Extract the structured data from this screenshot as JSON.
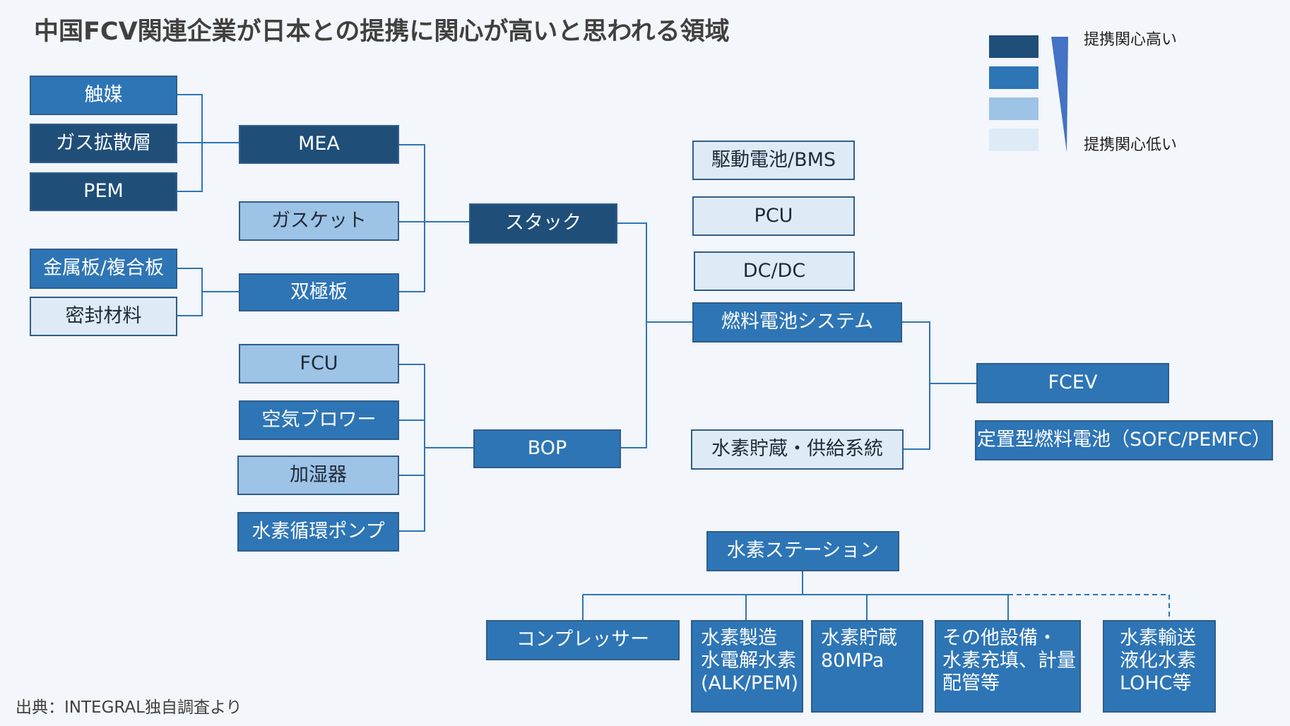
{
  "title": "中国FCV関連企業が日本との提携に関心が高いと思われる領域",
  "source": "出典：INTEGRAL独自調査より",
  "legend": {
    "high_label": "提携関心高い",
    "low_label": "提携関心低い",
    "levels": [
      "#1f4e79",
      "#2e75b6",
      "#9dc3e6",
      "#deebf7"
    ]
  },
  "nodes": {
    "catalyst": "触媒",
    "gas_diffusion": "ガス拡散層",
    "pem": "PEM",
    "mea": "MEA",
    "gasket": "ガスケット",
    "metal_plate": "金属板/複合板",
    "sealing": "密封材料",
    "bipolar": "双極板",
    "stack": "スタック",
    "fcu": "FCU",
    "blower": "空気ブロワー",
    "humidifier": "加湿器",
    "h2_pump": "水素循環ポンプ",
    "bop": "BOP",
    "battery": "駆動電池/BMS",
    "pcu": "PCU",
    "dcdc": "DC/DC",
    "fc_system": "燃料電池システム",
    "h2_storage_supply": "水素貯蔵・供給系統",
    "fcev": "FCEV",
    "stationary": "定置型燃料電池（SOFC/PEMFC）",
    "h2_station": "水素ステーション",
    "compressor": "コンプレッサー",
    "h2_production": "水素製造\n水電解水素\n(ALK/PEM)",
    "h2_storage_80": "水素貯蔵\n80MPa",
    "other_equipment": "その他設備・\n水素充填、計量\n配管等",
    "h2_transport": "水素輸送\n液化水素\nLOHC等"
  }
}
